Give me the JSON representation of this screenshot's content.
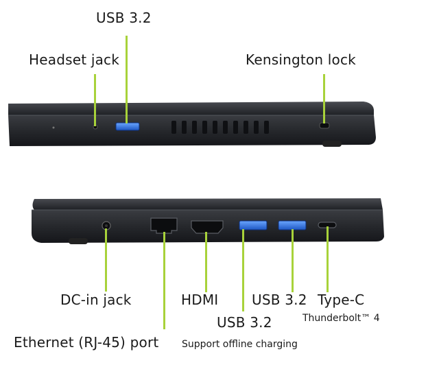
{
  "top": {
    "usb_label": "USB 3.2",
    "headset_label": "Headset jack",
    "kensington_label": "Kensington lock"
  },
  "bottom": {
    "dcin_label": "DC-in jack",
    "ethernet_label": "Ethernet (RJ-45) port",
    "hdmi_label": "HDMI",
    "usb_right_label": "USB 3.2",
    "usb_mid_label": "USB 3.2",
    "usb_mid_sub": "Support offline charging",
    "typec_label": "Type-C",
    "typec_sub": "Thunderbolt™ 4"
  },
  "colors": {
    "accent": "#a8d23a",
    "chassis": "#2a2c30",
    "usb_port": "#2f6fd6"
  }
}
